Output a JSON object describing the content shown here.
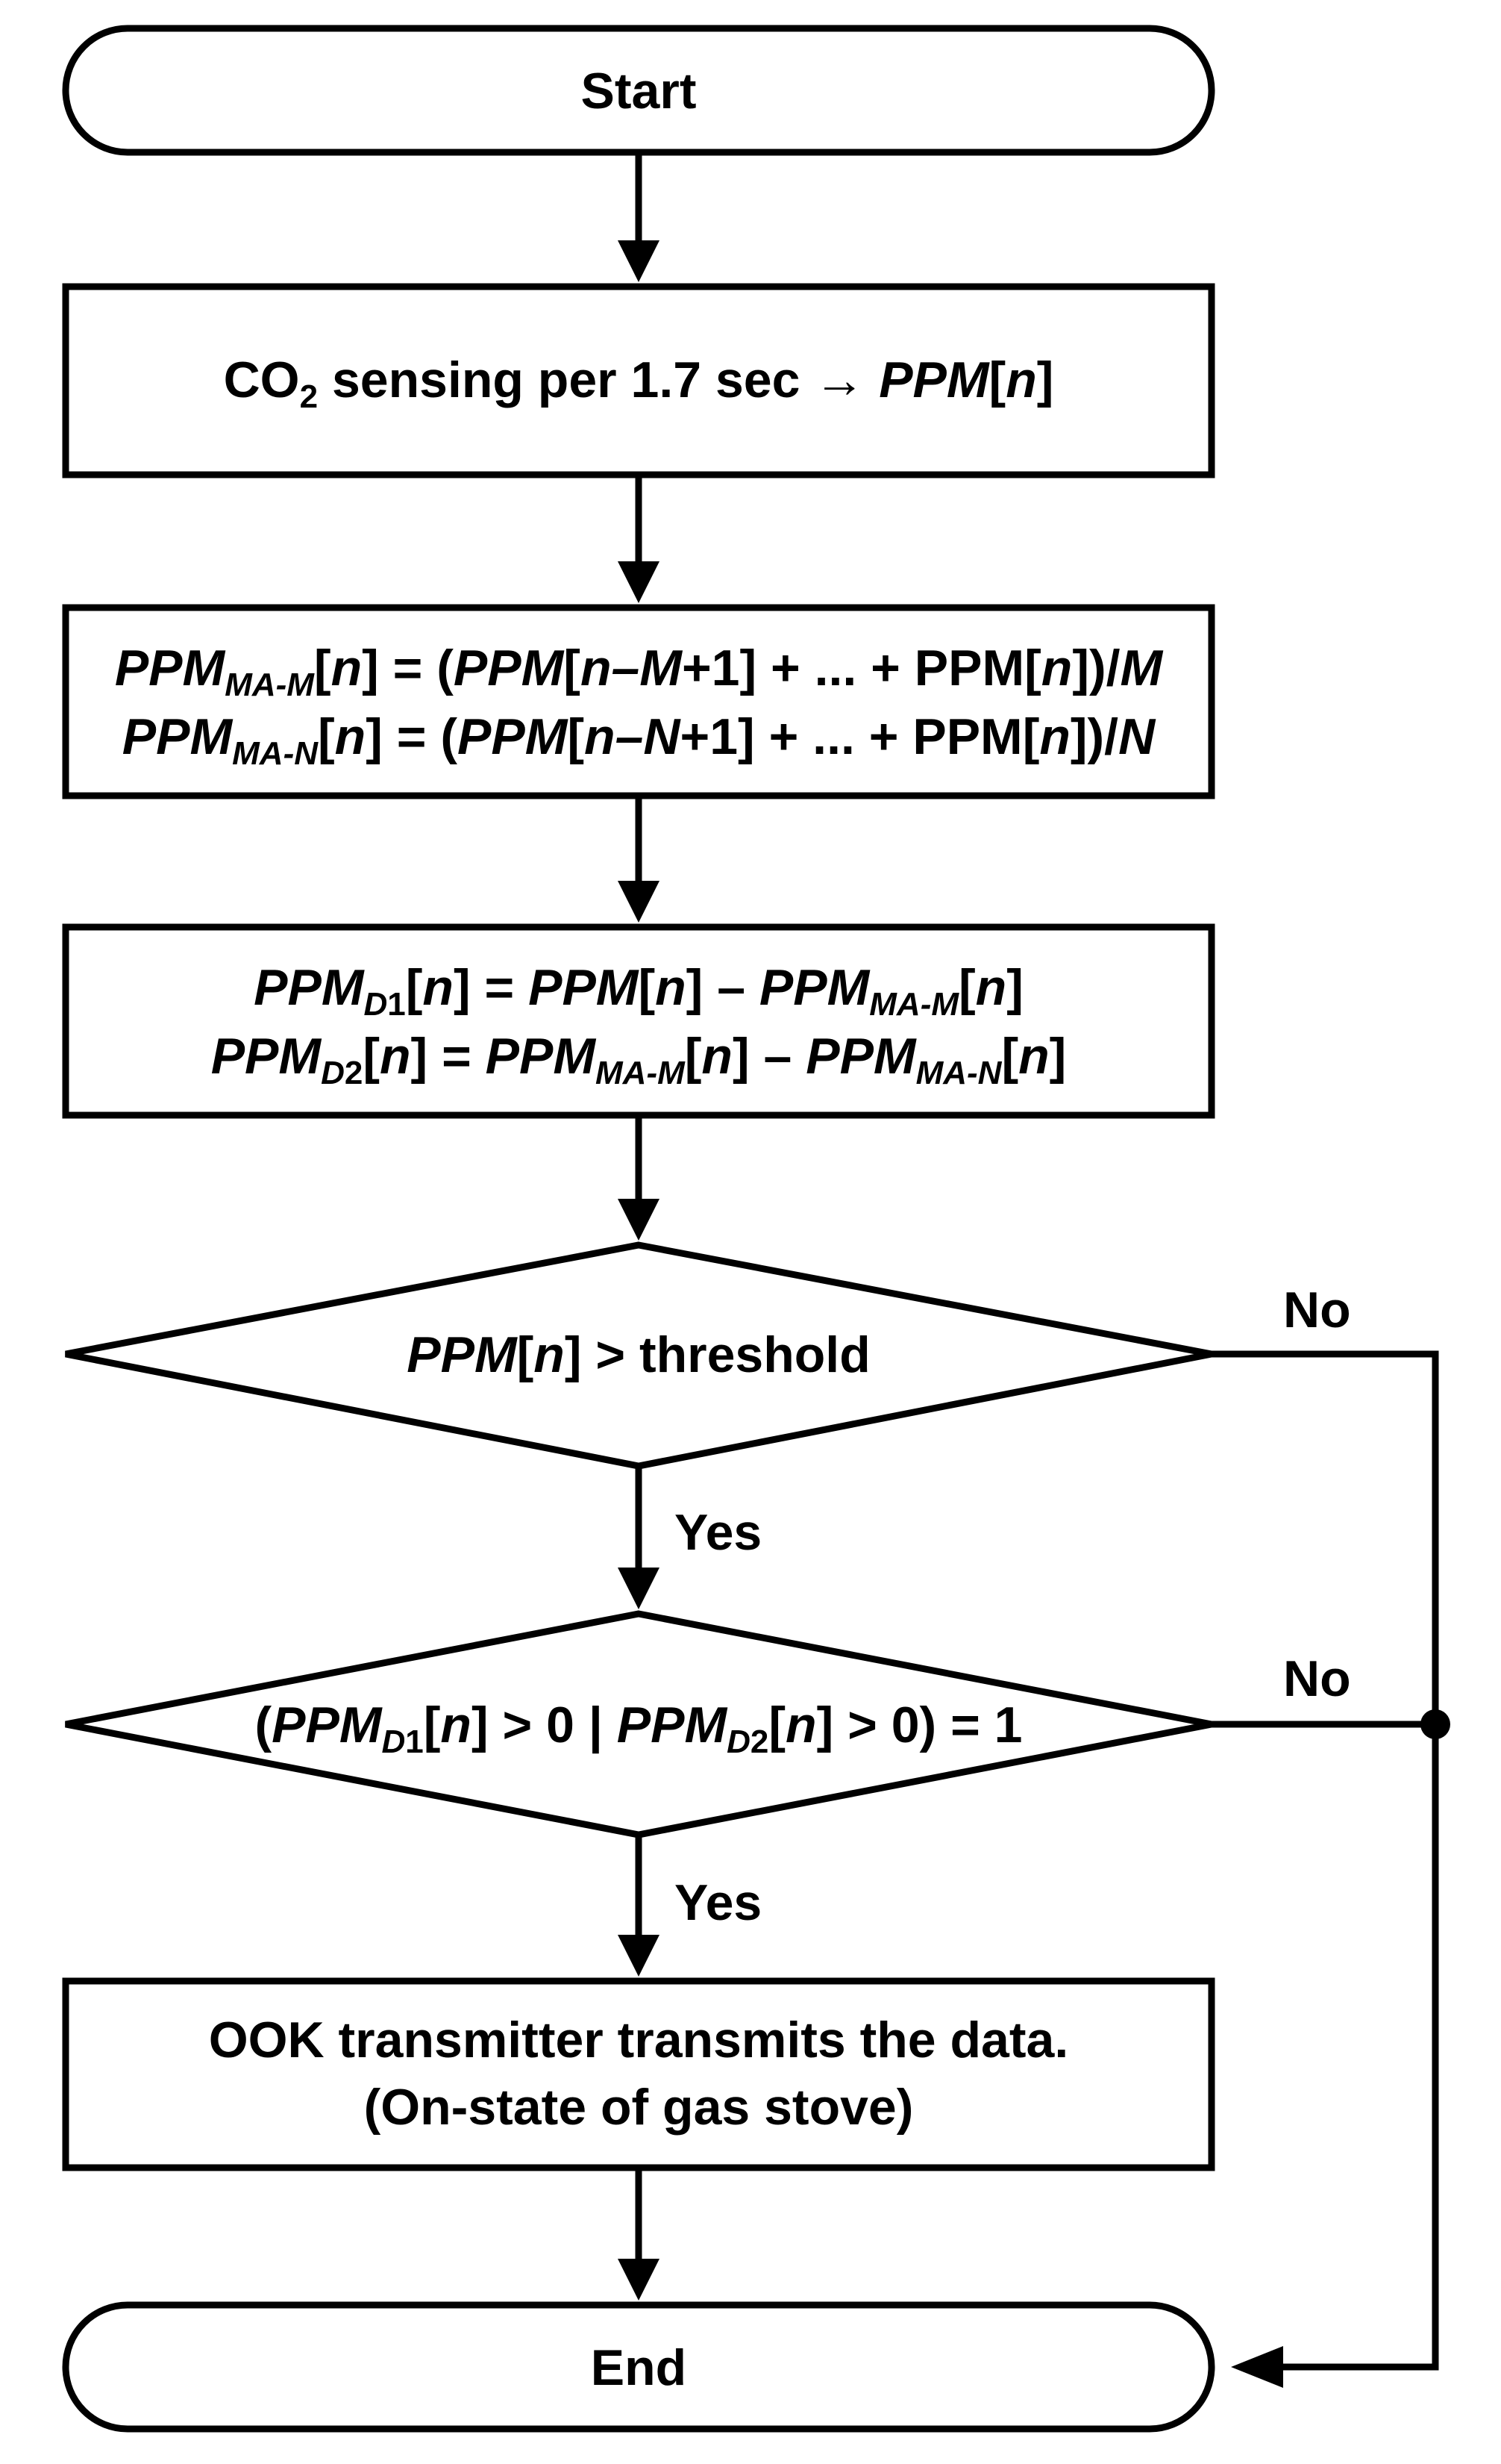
{
  "flowchart": {
    "start": {
      "label": "Start"
    },
    "sensing": {
      "pre": "CO",
      "sub": "2",
      "post": " sensing per 1.7 sec → ",
      "var": "PPM",
      "idx_open": "[",
      "idx": "n",
      "idx_close": "]"
    },
    "moving_average": {
      "line1": {
        "a": "PPM",
        "a_sub": "MA-M",
        "b": "[",
        "c": "n",
        "d": "] = (",
        "e": "PPM",
        "f": "[",
        "g": "n–M",
        "h": "+1] + ... + PPM[",
        "i": "n",
        "j": "])/",
        "k": "M"
      },
      "line2": {
        "a": "PPM",
        "a_sub": "MA-N",
        "b": "[",
        "c": "n",
        "d": "] = (",
        "e": "PPM",
        "f": "[",
        "g": "n–N",
        "h": "+1] + ... + PPM[",
        "i": "n",
        "j": "])/",
        "k": "N"
      }
    },
    "difference": {
      "line1": {
        "a": "PPM",
        "a_sub": "D",
        "a_sub2": "1",
        "b": "[",
        "c": "n",
        "d": "] = ",
        "e": "PPM",
        "f": "[",
        "g": "n",
        "h": "] – ",
        "i": "PPM",
        "i_sub": "MA-M",
        "j": "[",
        "k": "n",
        "l": "]"
      },
      "line2": {
        "a": "PPM",
        "a_sub": "D",
        "a_sub2": "2",
        "b": "[",
        "c": "n",
        "d": "] = ",
        "e": "PPM",
        "e_sub": "MA-M",
        "f": "[",
        "g": "n",
        "h": "] – ",
        "i": "PPM",
        "i_sub": "MA-N",
        "j": "[",
        "k": "n",
        "l": "]"
      }
    },
    "decision1": {
      "a": "PPM",
      "b": "[",
      "c": "n",
      "d": "] > threshold"
    },
    "decision2": {
      "a": "(",
      "b": "PPM",
      "b_sub": "D",
      "b_sub2": "1",
      "c": "[",
      "d": "n",
      "e": "] > 0 | ",
      "f": "PPM",
      "f_sub": "D",
      "f_sub2": "2",
      "g": "[",
      "h": "n",
      "i": "] > 0) = 1"
    },
    "transmit": {
      "line1": "OOK transmitter transmits the data.",
      "line2": "(On-state of gas stove)"
    },
    "end": {
      "label": "End"
    },
    "branch_labels": {
      "yes1": "Yes",
      "yes2": "Yes",
      "no1": "No",
      "no2": "No"
    }
  }
}
